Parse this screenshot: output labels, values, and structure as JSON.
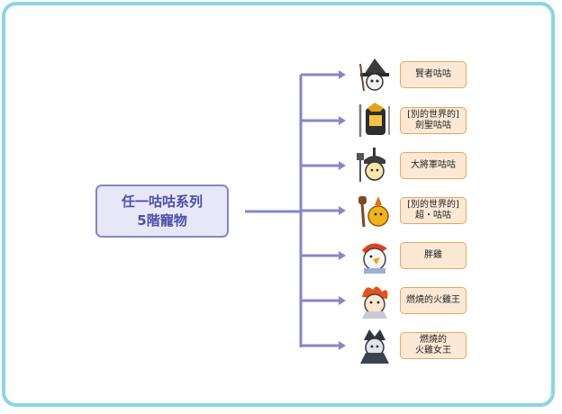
{
  "root": {
    "line1": "任一咕咕系列",
    "line2": "5階寵物"
  },
  "colors": {
    "frame": "#8dd4e2",
    "connector": "#8886c4",
    "root_fill": "#e8e7f7",
    "root_text": "#4f4ea8",
    "leaf_fill": "#fbe9d6",
    "leaf_border": "#e6a663"
  },
  "leaves": [
    {
      "lines": [
        "賢者咕咕"
      ],
      "icon": "wizard-gugu-icon"
    },
    {
      "lines": [
        "[別的世界的]",
        "劍聖咕咕"
      ],
      "icon": "sword-saint-gugu-icon"
    },
    {
      "lines": [
        "大將軍咕咕"
      ],
      "icon": "general-gugu-icon"
    },
    {
      "lines": [
        "[別的世界的]",
        "超・咕咕"
      ],
      "icon": "super-gugu-icon"
    },
    {
      "lines": [
        "胖雞"
      ],
      "icon": "fat-chicken-icon"
    },
    {
      "lines": [
        "燃燒的火雞王"
      ],
      "icon": "flame-chicken-king-icon"
    },
    {
      "lines": [
        "燃燒的",
        "火雞女王"
      ],
      "icon": "flame-chicken-queen-icon"
    }
  ]
}
